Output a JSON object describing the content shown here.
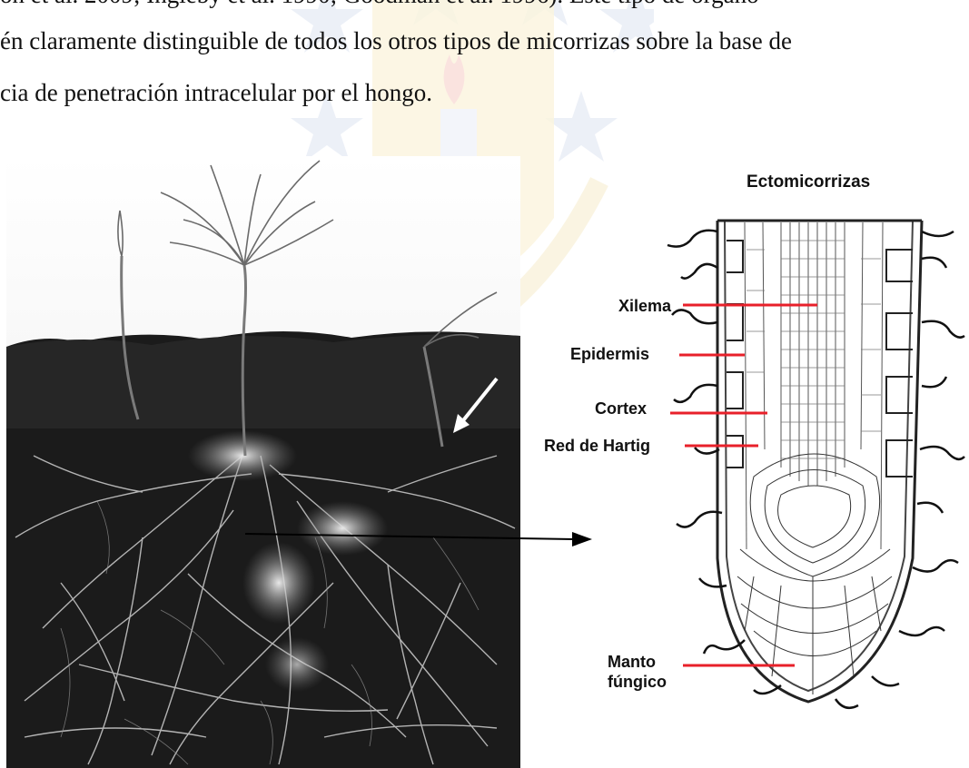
{
  "text_lines": [
    "ón  et  al.  2009;  Ingleby  et  al.  1990;  Goodman  et  al.  1996).  Este  tipo  de  órgano",
    "én claramente distinguible de todos los otros tipos de micorrizas sobre la base de",
    "cia de penetración intracelular por el hongo."
  ],
  "figure": {
    "photo_icon": "mycorrhizal-seedlings-photo",
    "diagram": {
      "title": "Ectomicorrizas",
      "labels": {
        "xilema": "Xilema",
        "epidermis": "Epidermis",
        "cortex": "Cortex",
        "hartig": "Red de Hartig",
        "manto_1": "Manto",
        "manto_2": "fúngico"
      }
    },
    "colors": {
      "leader_line": "#e8202a",
      "arrow": "#000000",
      "watermark_blue": "#8fa8cf",
      "watermark_gold": "#f1d27a"
    }
  }
}
